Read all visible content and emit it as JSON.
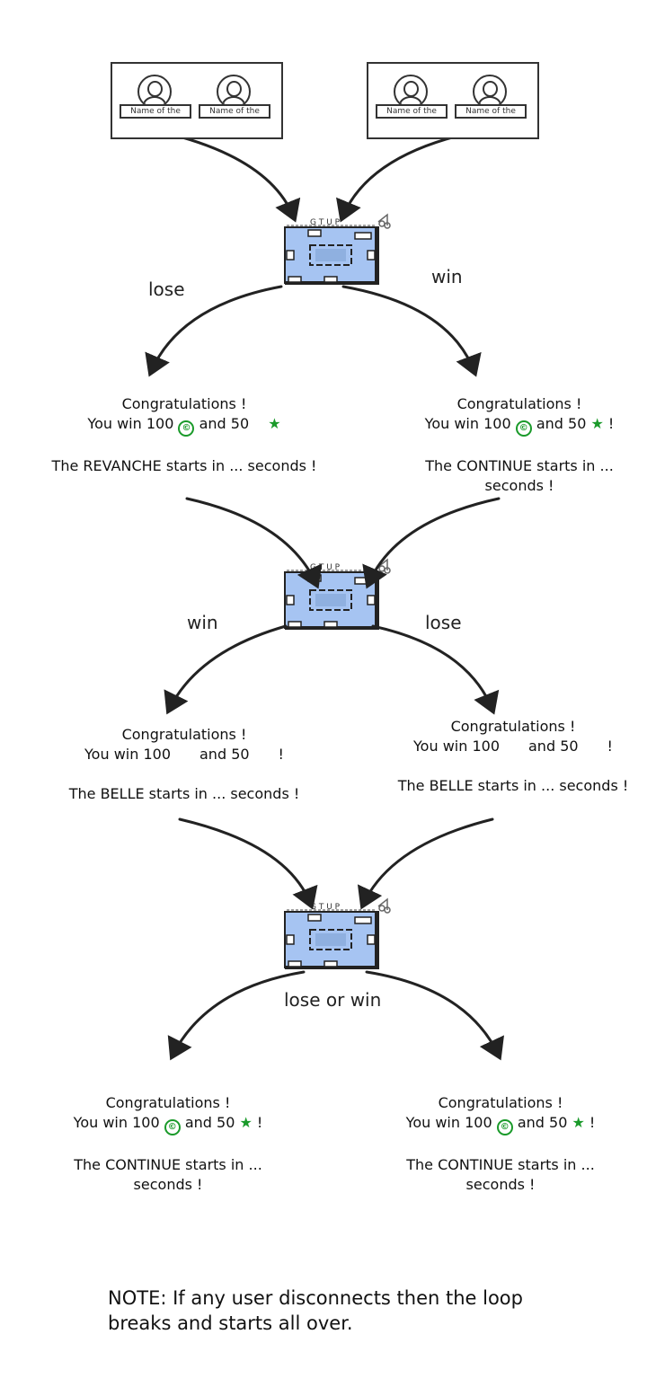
{
  "players": {
    "left_pair": [
      "Name of the",
      "Name of the"
    ],
    "right_pair": [
      "Name of the",
      "Name of the"
    ]
  },
  "game_board": {
    "title": "GTUP",
    "icon": "music-note-icon",
    "color": "#a6c4f2"
  },
  "round1": {
    "lose_label": "lose",
    "win_label": "win",
    "left_msg": {
      "line1": "Congratulations !",
      "line2a": "You win 100",
      "line2b": "and 50",
      "line2c": "",
      "line3": "The REVANCHE starts in ... seconds !"
    },
    "right_msg": {
      "line1": "Congratulations !",
      "line2a": "You win 100",
      "line2b": "and 50",
      "line2c": "!",
      "line3": "The CONTINUE starts in ...",
      "line4": "seconds !"
    }
  },
  "round2": {
    "win_label": "win",
    "lose_label": "lose",
    "left_msg": {
      "line1": "Congratulations !",
      "line2a": "You win 100",
      "line2b": "and 50",
      "line2c": "!",
      "line3": "The BELLE starts in ... seconds !"
    },
    "right_msg": {
      "line1": "Congratulations !",
      "line2a": "You win 100",
      "line2b": "and 50",
      "line2c": "!",
      "line3": "The BELLE starts in ... seconds !"
    }
  },
  "round3": {
    "label": "lose or win",
    "left_msg": {
      "line1": "Congratulations !",
      "line2a": "You win 100",
      "line2b": "and 50",
      "line2c": "!",
      "line3": "The CONTINUE starts in ...",
      "line4": "seconds !"
    },
    "right_msg": {
      "line1": "Congratulations !",
      "line2a": "You win 100",
      "line2b": "and 50",
      "line2c": "!",
      "line3": "The CONTINUE starts in ...",
      "line4": "seconds !"
    }
  },
  "icons": {
    "coin": "coin-icon",
    "star": "star-icon",
    "coin_glyph": "©",
    "star_glyph": "★",
    "accent": "#1a9a2a"
  },
  "note": {
    "line1": "NOTE: If any user disconnects then the loop",
    "line2": "breaks and starts all over."
  }
}
